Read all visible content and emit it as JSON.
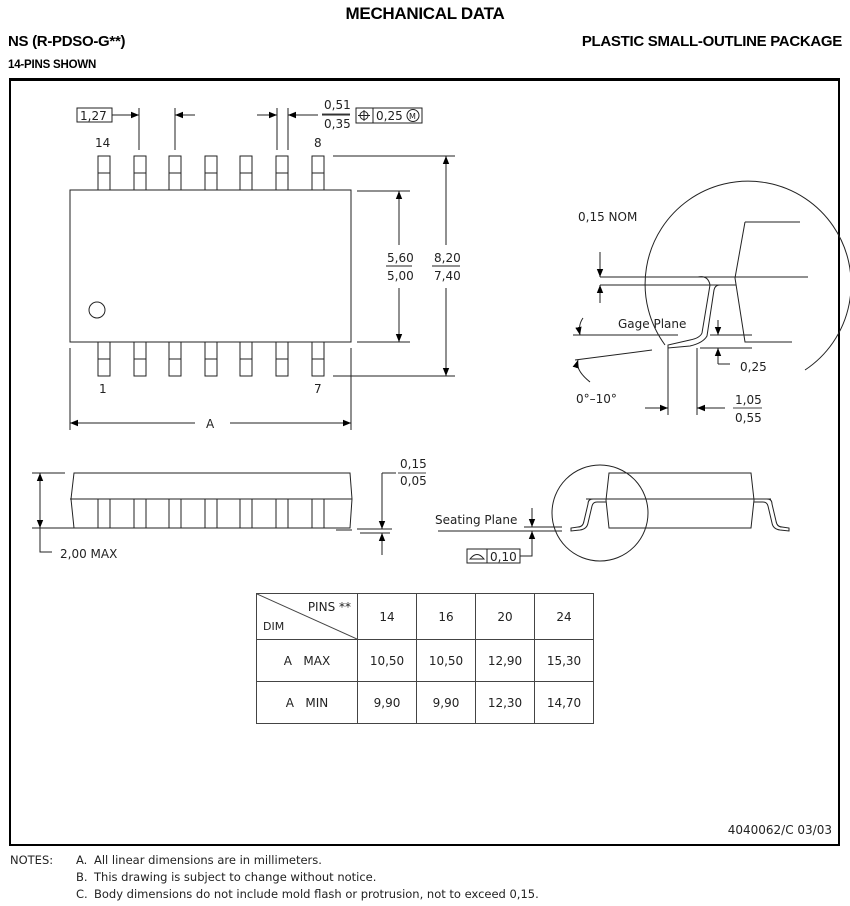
{
  "header": {
    "title": "MECHANICAL DATA",
    "package_code": "NS (R-PDSO-G**)",
    "package_name": "PLASTIC SMALL-OUTLINE PACKAGE",
    "pins_shown": "14-PINS SHOWN"
  },
  "top_view": {
    "pin_label_14": "14",
    "pin_label_8": "8",
    "pin_label_1": "1",
    "pin_label_7": "7",
    "pitch": "1,27",
    "lead_width_max": "0,51",
    "lead_width_min": "0,35",
    "position_tolerance": "0,25",
    "position_symbol": "⊕",
    "mmc_symbol": "M",
    "body_width_max": "5,60",
    "body_width_min": "5,00",
    "overall_width_max": "8,20",
    "overall_width_min": "7,40",
    "length_label": "A"
  },
  "detail_view": {
    "lead_thickness": "0,15 NOM",
    "gage_plane_label": "Gage Plane",
    "gage_height": "0,25",
    "angle": "0°–10°",
    "foot_length_max": "1,05",
    "foot_length_min": "0,55"
  },
  "side_view": {
    "height": "2,00 MAX",
    "standoff_max": "0,15",
    "standoff_min": "0,05",
    "seating_plane_label": "Seating Plane",
    "coplanarity": "0,10",
    "coplanarity_symbol": "⌓"
  },
  "dimension_table": {
    "header_pins": "PINS **",
    "header_dim": "DIM",
    "columns": [
      "14",
      "16",
      "20",
      "24"
    ],
    "rows": [
      {
        "label": "A   MAX",
        "values": [
          "10,50",
          "10,50",
          "12,90",
          "15,30"
        ]
      },
      {
        "label": "A   MIN",
        "values": [
          "9,90",
          "9,90",
          "12,30",
          "14,70"
        ]
      }
    ]
  },
  "doc_id": "4040062/C 03/03",
  "notes": {
    "label": "NOTES:",
    "items": [
      {
        "letter": "A.",
        "text": "All linear dimensions are in millimeters."
      },
      {
        "letter": "B.",
        "text": "This drawing is subject to change without notice."
      },
      {
        "letter": "C.",
        "text": "Body dimensions do not include mold flash or protrusion, not to exceed 0,15."
      }
    ]
  }
}
